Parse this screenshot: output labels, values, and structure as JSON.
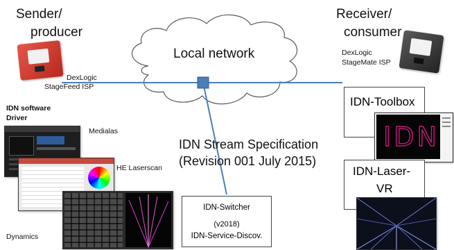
{
  "sender_title": "Sender/",
  "sender_subtitle": "producer",
  "receiver_title": "Receiver/",
  "receiver_subtitle": "consumer",
  "network_label": "Local network",
  "stagefeed_label_line1": "DexLogic",
  "stagefeed_label_line2": "StageFeed ISP",
  "stagemate_label_line1": "DexLogic",
  "stagemate_label_line2": "StageMate ISP",
  "software_heading_line1": "IDN software",
  "software_heading_line2": "Driver",
  "medialas_label": "Medialas",
  "he_laserscan_label": "HE Laserscan",
  "dynamics_label": "Dynamics",
  "spec_line1": "IDN Stream Specification",
  "spec_line2": "(Revision 001 July 2015)",
  "switcher_line1": "IDN-Switcher",
  "switcher_line2": "(v2018)",
  "switcher_line3": "IDN-Service-Discov.",
  "toolbox_label": "IDN-Toolbox",
  "laservr_line1": "IDN-Laser-",
  "laservr_line2": "VR",
  "idn_logo_text": "IDN",
  "colors": {
    "line": "#4a7ebb",
    "node": "#4a7ebb",
    "device_red": "#d63a2e",
    "device_dark": "#3a3a3a",
    "idn_pink": "#c2187a"
  }
}
